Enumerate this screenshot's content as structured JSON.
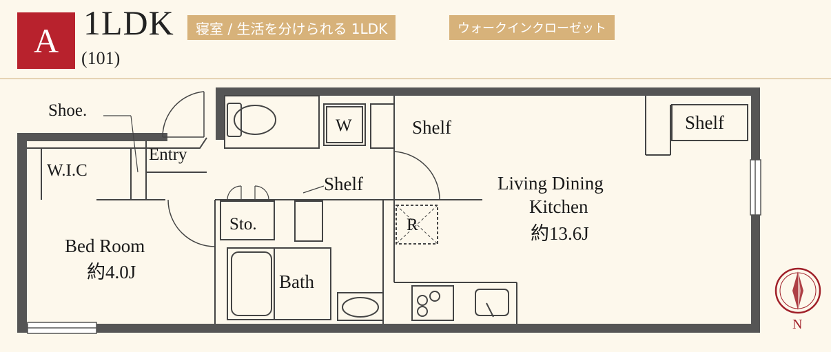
{
  "header": {
    "type_letter": "A",
    "layout": "1LDK",
    "room_number": "(101)",
    "tags": [
      "寝室 / 生活を分けられる 1LDK",
      "ウォークインクローゼット"
    ]
  },
  "rooms": {
    "shoe": "Shoe.",
    "entry": "Entry",
    "wic": "W.I.C",
    "bedroom": "Bed Room",
    "bedroom_size": "約4.0J",
    "washer": "W",
    "shelf_top": "Shelf",
    "shelf_mid": "Shelf",
    "shelf_right": "Shelf",
    "storage": "Sto.",
    "bath": "Bath",
    "refrigerator": "R",
    "ldk_line1": "Living Dining",
    "ldk_line2": "Kitchen",
    "ldk_size": "約13.6J"
  },
  "compass": {
    "label": "N"
  },
  "colors": {
    "accent": "#b8222d",
    "tag": "#d7b27a",
    "wall": "#555555",
    "background": "#fdf8ec"
  }
}
